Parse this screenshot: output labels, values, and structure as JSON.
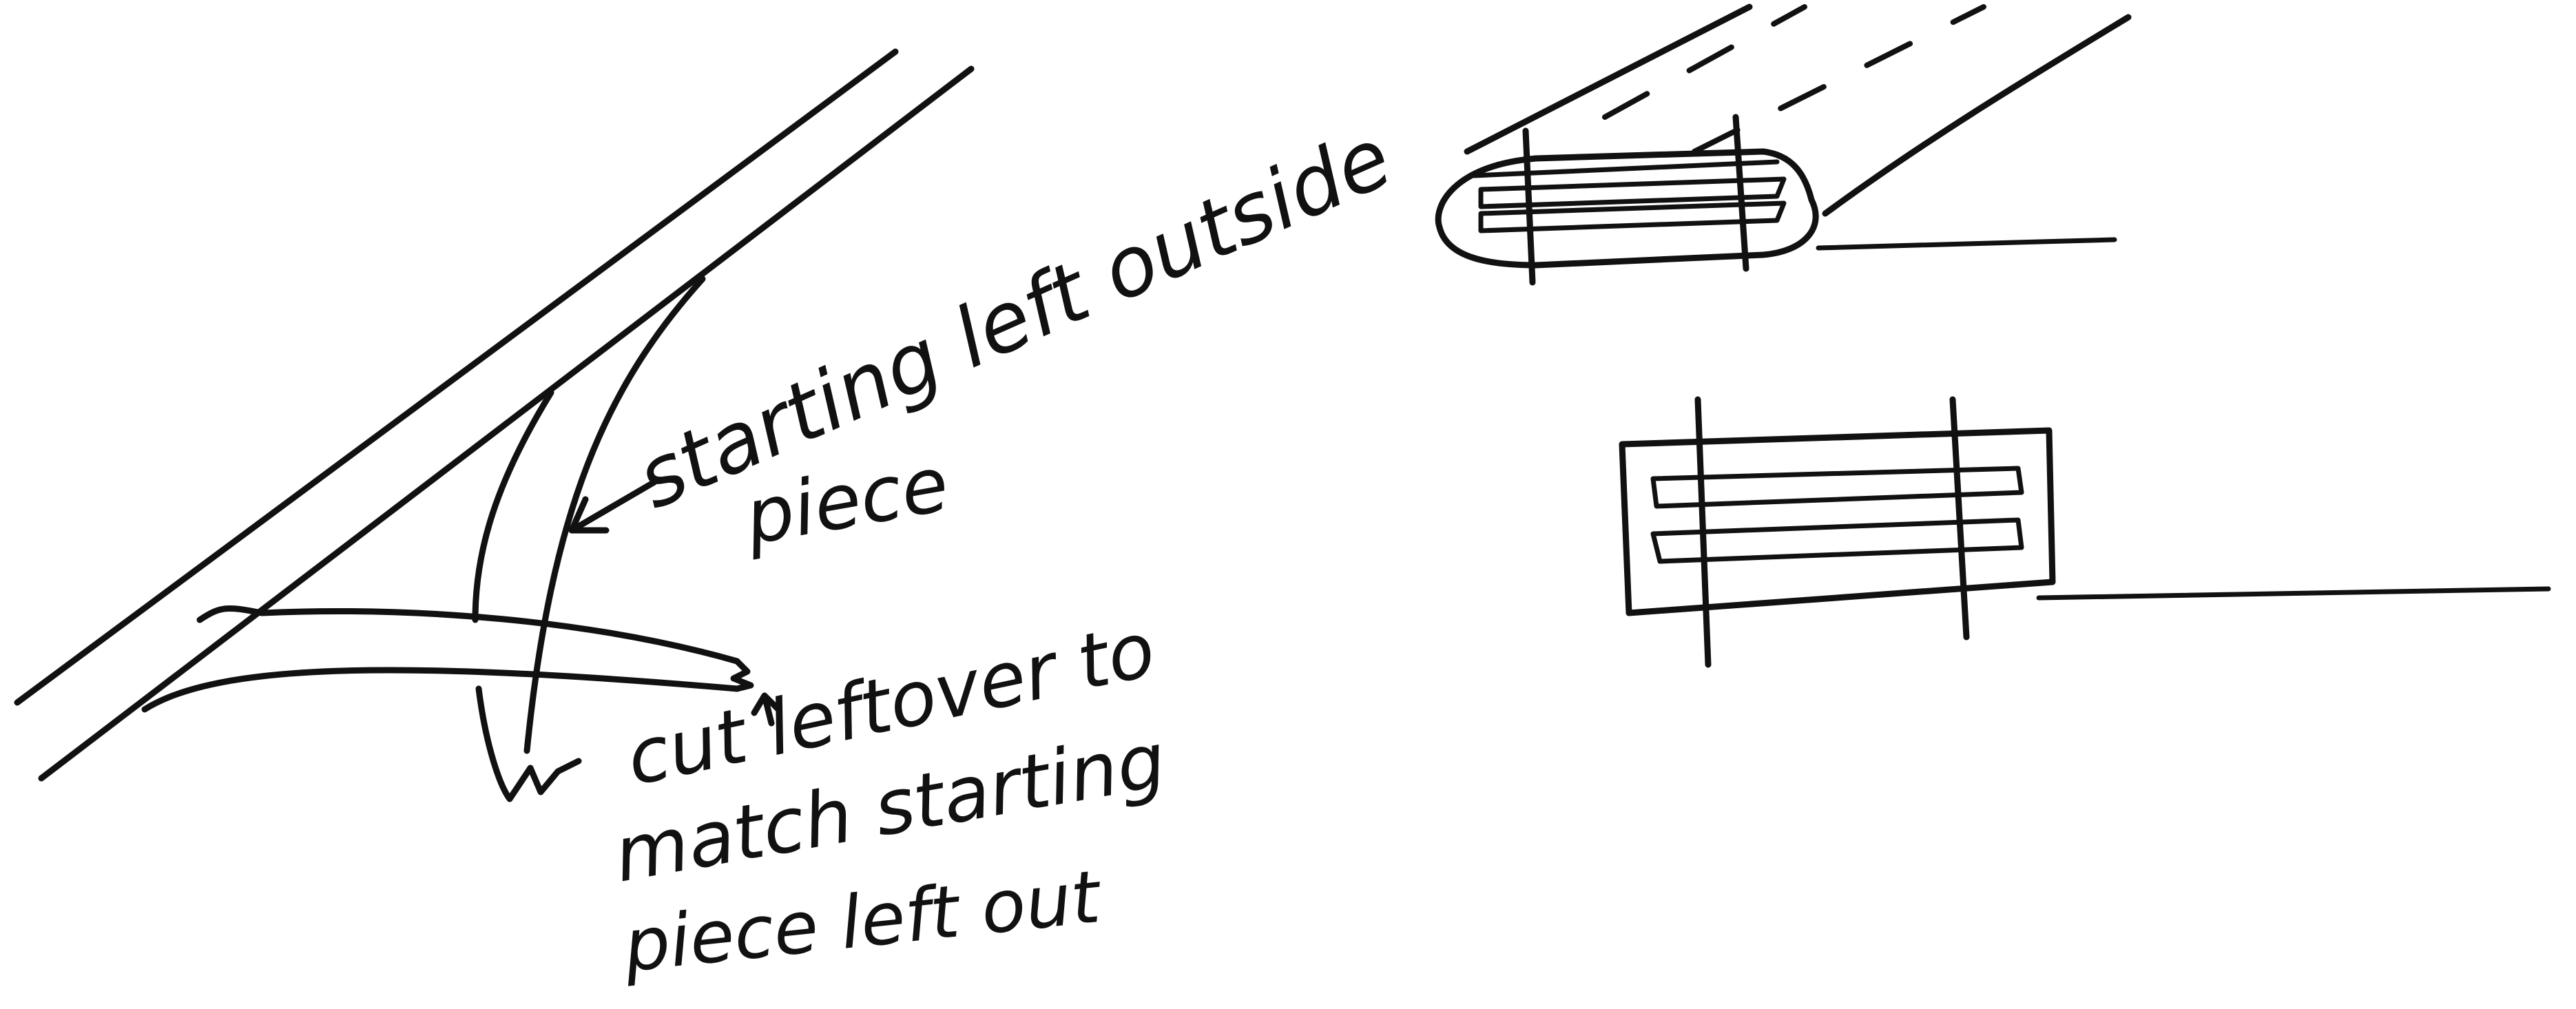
{
  "annotations": {
    "starting_piece": [
      "starting left outside",
      "piece"
    ],
    "leftover_piece": [
      "cut leftover to",
      "match starting",
      "piece left out"
    ]
  },
  "colors": {
    "ink": "#111111",
    "paper": "#ffffff"
  }
}
